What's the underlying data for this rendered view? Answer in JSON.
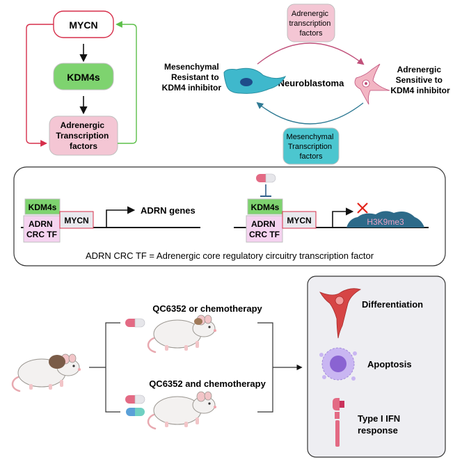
{
  "top_left": {
    "mycn": "MYCN",
    "kdm4s": "KDM4s",
    "adrenergic_tf": [
      "Adrenergic",
      "Transcription",
      "factors"
    ]
  },
  "top_right": {
    "adrenergic_tf_top": [
      "Adrenergic",
      "transcription",
      "factors"
    ],
    "mesenchymal_label": [
      "Mesenchymal",
      "Resistant to",
      "KDM4 inhibitor"
    ],
    "center_label": "Neuroblastoma",
    "adrenergic_label": [
      "Adrenergic",
      "Sensitive to",
      "KDM4 inhibitor"
    ],
    "mesenchymal_tf_bottom": [
      "Mesenchymal",
      "Transcription",
      "factors"
    ]
  },
  "middle": {
    "left": {
      "kdm4s": "KDM4s",
      "adrn": [
        "ADRN",
        "CRC TF"
      ],
      "mycn": "MYCN",
      "genes": "ADRN genes"
    },
    "right": {
      "kdm4s": "KDM4s",
      "adrn": [
        "ADRN",
        "CRC TF"
      ],
      "mycn": "MYCN",
      "mark": "H3K9me3"
    },
    "footnote": "ADRN CRC TF = Adrenergic core regulatory circuitry transcription factor"
  },
  "bottom": {
    "arm_top": "QC6352 or chemotherapy",
    "arm_bottom": "QC6352 and chemotherapy",
    "outcomes": {
      "differentiation": "Differentiation",
      "apoptosis": "Apoptosis",
      "ifn": [
        "Type I IFN",
        "response"
      ]
    }
  },
  "colors": {
    "red_arrow": "#d62e4a",
    "green_arrow": "#5cbf49",
    "kdm4_green": "#7ed36f",
    "adrn_pink": "#f4c6d4",
    "mesen_teal": "#4cc6cf",
    "cell_teal": "#3fb8cc",
    "arc_blue": "#2f7a94",
    "arc_pink": "#c0507a",
    "h3k9_blue": "#2d6a89",
    "pill_pink": "#e36a84",
    "pill_blue": "#5aa0d8",
    "panel_grey": "#eeeef2"
  },
  "icons": [
    "mouse-icon",
    "pill-icon",
    "neuron-cell-icon",
    "mesenchymal-cell-icon",
    "apoptotic-cell-icon",
    "receptor-icon",
    "inhibition-x-icon"
  ]
}
